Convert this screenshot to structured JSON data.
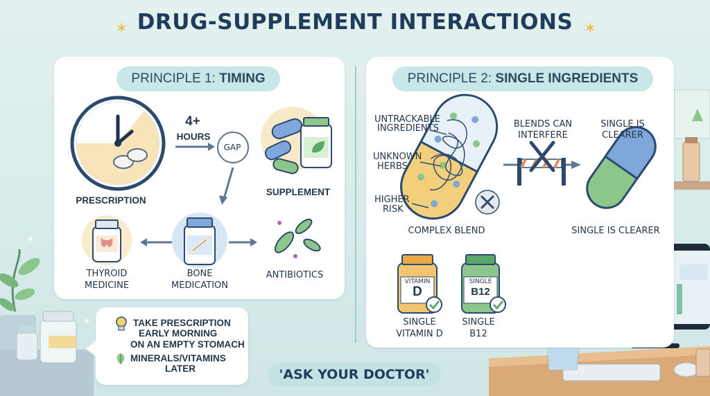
{
  "title": "DRUG-SUPPLEMENT INTERACTIONS",
  "principle1": {
    "label_prefix": "PRINCIPLE 1: ",
    "label_bold": "TIMING",
    "gap_hours": "4+",
    "gap_hours_unit": "HOURS",
    "gap_label": "GAP",
    "prescription": "PRESCRIPTION",
    "supplement": "SUPPLEMENT",
    "thyroid_line1": "THYROID",
    "thyroid_line2": "MEDICINE",
    "bone_line1": "BONE",
    "bone_line2": "MEDICATION",
    "antibiotics": "ANTIBIOTICS"
  },
  "principle2": {
    "label_prefix": "PRINCIPLE 2: ",
    "label_bold": "SINGLE INGREDIENTS",
    "untrackable_line1": "UNTRACKABLE",
    "untrackable_line2": "INGREDIENTS",
    "unknown_line1": "UNKNOWN",
    "unknown_line2": "HERBS",
    "higher_line1": "HIGHER",
    "higher_line2": "RISK",
    "complex_blend": "COMPLEX BLEND",
    "blends_line1": "BLENDS CAN",
    "blends_line2": "INTERFERE",
    "single_clearer_top_line1": "SINGLE IS",
    "single_clearer_top_line2": "CLEARER",
    "single_clearer_bottom": "SINGLE IS CLEARER",
    "vitd_bottle_line1": "VITAMIN",
    "vitd_bottle_line2": "D",
    "b12_bottle_line1": "SINGLE",
    "b12_bottle_line2": "B12",
    "vitd_caption_line1": "SINGLE",
    "vitd_caption_line2": "VITAMIN D",
    "b12_caption_line1": "SINGLE",
    "b12_caption_line2": "B12"
  },
  "tips": {
    "tip1_line1": "TAKE PRESCRIPTION",
    "tip1_line2": "EARLY MORNING",
    "tip1_line3": "ON AN EMPTY STOMACH",
    "tip2_line1": "MINERALS/VITAMINS",
    "tip2_line2": "LATER"
  },
  "ask_doctor": "'ASK YOUR DOCTOR'",
  "icons": [
    "clock-icon",
    "pills-icon",
    "supplement-bottle-icon",
    "thyroid-bottle-icon",
    "bone-bottle-icon",
    "bacteria-icon",
    "blend-capsule-icon",
    "x-icon",
    "barrier-icon",
    "capsule-icon",
    "vitamin-d-bottle-icon",
    "b12-bottle-icon",
    "check-icon",
    "lightbulb-icon",
    "leaf-icon",
    "plant-icon",
    "computer-icon",
    "water-glass-icon"
  ],
  "colors": {
    "accent": "#1f3c5a",
    "pill": "#c9e6e8",
    "blue": "#7fa7d9",
    "green": "#8cc68a",
    "yellow": "#f3d99a"
  }
}
